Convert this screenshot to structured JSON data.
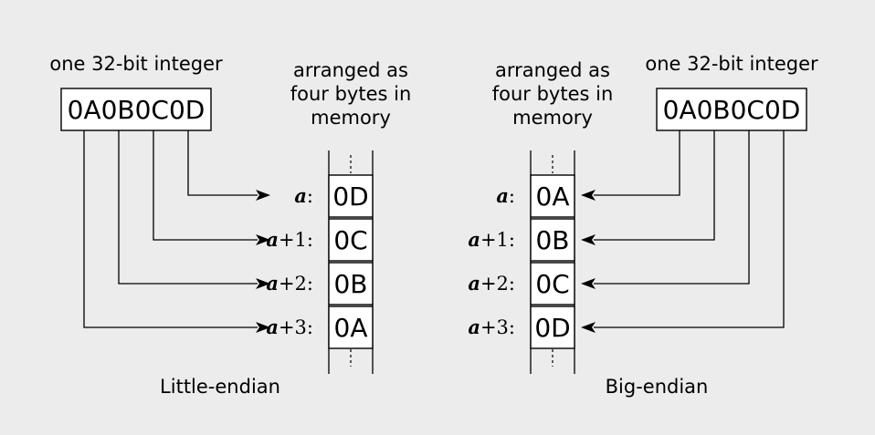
{
  "left": {
    "int_caption": "one 32-bit integer",
    "int_value": "0A0B0C0D",
    "memory_caption": [
      "arranged as",
      "four bytes in",
      "memory"
    ],
    "rows": [
      {
        "addr_base": "a",
        "addr_suffix": ":",
        "byte": "0D"
      },
      {
        "addr_base": "a",
        "addr_suffix": "+1:",
        "byte": "0C"
      },
      {
        "addr_base": "a",
        "addr_suffix": "+2:",
        "byte": "0B"
      },
      {
        "addr_base": "a",
        "addr_suffix": "+3:",
        "byte": "0A"
      }
    ],
    "label": "Little-endian"
  },
  "right": {
    "int_caption": "one 32-bit integer",
    "int_value": "0A0B0C0D",
    "memory_caption": [
      "arranged as",
      "four bytes in",
      "memory"
    ],
    "rows": [
      {
        "addr_base": "a",
        "addr_suffix": ":",
        "byte": "0A"
      },
      {
        "addr_base": "a",
        "addr_suffix": "+1:",
        "byte": "0B"
      },
      {
        "addr_base": "a",
        "addr_suffix": "+2:",
        "byte": "0C"
      },
      {
        "addr_base": "a",
        "addr_suffix": "+3:",
        "byte": "0D"
      }
    ],
    "label": "Big-endian"
  },
  "colors": {
    "background": "#ececec",
    "box_fill": "#ffffff",
    "ink": "#000000"
  }
}
